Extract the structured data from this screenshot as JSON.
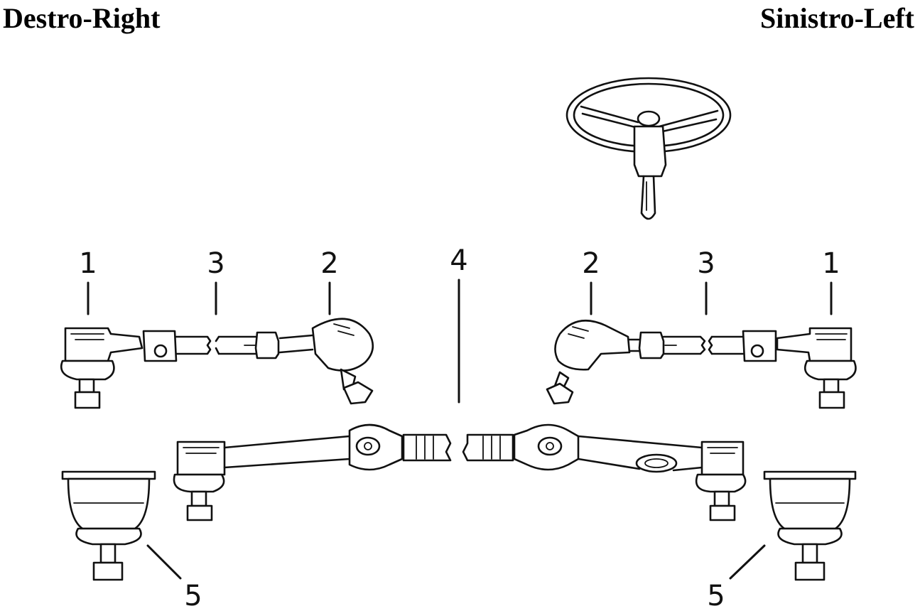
{
  "header": {
    "left_title": "Destro-Right",
    "right_title": "Sinistro-Left"
  },
  "callouts": {
    "c1_left": "1",
    "c3_left": "3",
    "c2_left": "2",
    "c4": "4",
    "c2_right": "2",
    "c3_right": "3",
    "c1_right": "1",
    "c5_left": "5",
    "c5_right": "5"
  }
}
